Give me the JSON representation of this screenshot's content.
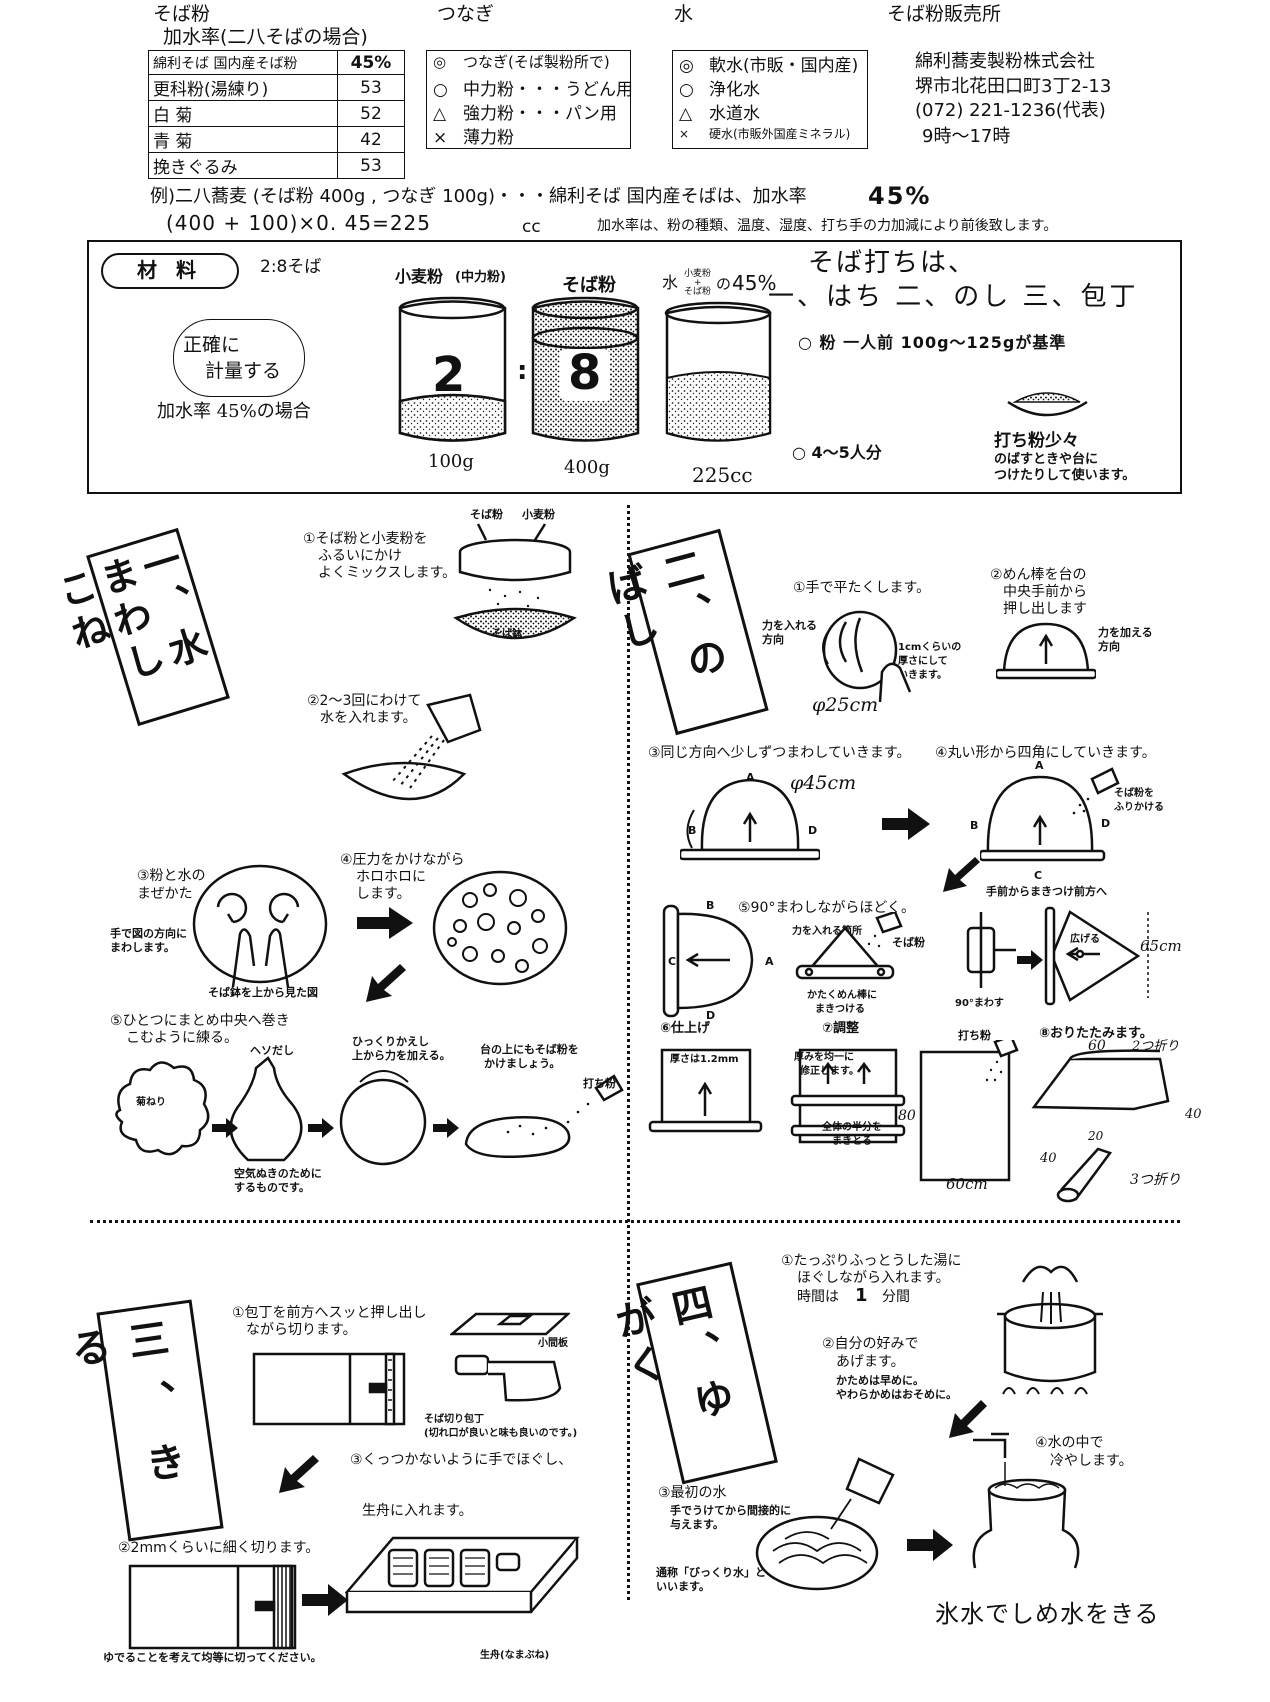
{
  "header": {
    "col_soba": "そば粉",
    "col_tsunagi": "つなぎ",
    "col_mizu": "水",
    "col_shop": "そば粉販売所",
    "ratio_title": "加水率(二八そばの場合)"
  },
  "ratio_table": [
    {
      "name": "綿利そば 国内産そば粉",
      "value": "45%"
    },
    {
      "name": "更科粉(湯練り)",
      "value": "53"
    },
    {
      "name": "白 菊",
      "value": "52"
    },
    {
      "name": "青 菊",
      "value": "42"
    },
    {
      "name": "挽きぐるみ",
      "value": "53"
    }
  ],
  "tsunagi": [
    {
      "sym": "◎",
      "text": "つなぎ(そば製粉所で)"
    },
    {
      "sym": "○",
      "text": "中力粉・・・うどん用"
    },
    {
      "sym": "△",
      "text": "強力粉・・・パン用"
    },
    {
      "sym": "×",
      "text": "薄力粉"
    }
  ],
  "mizu": [
    {
      "sym": "◎",
      "text": "軟水(市販・国内産)"
    },
    {
      "sym": "○",
      "text": "浄化水"
    },
    {
      "sym": "△",
      "text": "水道水"
    },
    {
      "sym": "×",
      "text": "硬水(市販外国産ミネラル)"
    }
  ],
  "shop": {
    "name": "綿利蕎麦製粉株式会社",
    "address": "堺市北花田口町3丁2-13",
    "phone": "(072) 221-1236(代表)",
    "hours": "9時～17時"
  },
  "example": {
    "line1": "例)二八蕎麦 (そば粉 400g , つなぎ 100g)・・・綿利そば 国内産そばは、加水率",
    "line1_value": "45%",
    "line2": "(400 + 100)×0. 45=225",
    "line2_unit": "cc",
    "note": "加水率は、粉の種類、温度、湿度、打ち手の力加減により前後致します。"
  },
  "ingredients": {
    "tag": "材 料",
    "ratio": "2:8そば",
    "handwritten1": "正確に",
    "handwritten2": "計量する",
    "handwritten3": "加水率 45%の場合",
    "flour_label": "小麦粉",
    "flour_sub": "(中力粉)",
    "soba_label": "そば粉",
    "water_label": "水",
    "water_fraction_top": "小麦粉",
    "water_fraction_plus": "+",
    "water_fraction_bottom": "そば粉",
    "water_of": "の",
    "water_pct": "45%",
    "num_2": "2",
    "num_colon": ":",
    "num_8": "8",
    "amount_flour": "100g",
    "amount_soba": "400g",
    "amount_water": "225cc",
    "steps_title": "そば打ちは、",
    "steps_line": "一、はち 二、のし 三、包丁",
    "portion": "○ 粉 一人前 100g～125gが基準",
    "servings": "○ 4～5人分",
    "dusting": "打ち粉少々",
    "dusting_note1": "のばすときや台に",
    "dusting_note2": "つけたりして使います。"
  },
  "sec1": {
    "banner": "一、水まわし こね",
    "s1_1": "①そば粉と小麦粉を",
    "s1_2": "ふるいにかけ",
    "s1_3": "よくミックスします。",
    "lbl_soba": "そば粉",
    "lbl_flour": "小麦粉",
    "lbl_bowl": "そば鉢",
    "s2_1": "②2～3回にわけて",
    "s2_2": "水を入れます。",
    "s3_1": "③粉と水の",
    "s3_2": "まぜかた",
    "s3_3": "手で図の方向に",
    "s3_4": "まわします。",
    "s3_5": "そば鉢を上から見た図",
    "s4_1": "④圧力をかけながら",
    "s4_2": "ホロホロに",
    "s4_3": "します。",
    "s5_1": "⑤ひとつにまとめ中央へ巻き",
    "s5_2": "こむように練る。",
    "kikuneri": "菊ねり",
    "hesodashi": "ヘソだし",
    "s5_3": "ひっくりかえし",
    "s5_4": "上から力を加える。",
    "s5_5": "台の上にもそば粉を",
    "s5_6": "かけましょう。",
    "uchiko": "打ち粉",
    "s5_7": "空気ぬきのために",
    "s5_8": "するものです。"
  },
  "sec2": {
    "banner": "二、のばし",
    "s1": "①手で平たくします。",
    "force_dir1": "力を入れる",
    "force_dir2": "方向",
    "thick1": "1cmくらいの",
    "thick2": "厚さにして",
    "thick3": "いきます。",
    "dia25": "φ25cm",
    "s2_1": "②めん棒を台の",
    "s2_2": "中央手前から",
    "s2_3": "押し出します",
    "force_add1": "力を加える",
    "force_add2": "方向",
    "s3": "③同じ方向へ少しずつまわしていきます。",
    "dia45": "φ45cm",
    "s4": "④丸い形から四角にしていきます。",
    "sprinkle1": "そば粉を",
    "sprinkle2": "ふりかける",
    "front": "手前からまきつけ前方へ",
    "s5": "⑤90°まわしながらほどく。",
    "force_place": "力を入れる箇所",
    "soba_ko": "そば粉",
    "wrap1": "かたくめん棒に",
    "wrap2": "まきつける",
    "turn90": "90°まわす",
    "spread": "広げる",
    "len65": "65cm",
    "s6": "⑥仕上げ",
    "thick_final": "厚さは1.2mm",
    "s7": "⑦調整",
    "adjust1": "厚みを均一に",
    "adjust2": "修正します。",
    "half1": "全体の半分を",
    "half2": "まきとる",
    "len80": "80",
    "len60": "60cm",
    "uchiko": "打ち粉",
    "s8": "⑧おりたたみます。",
    "f60": "60",
    "f2": "2つ折り",
    "f40": "40",
    "f20": "20",
    "f40b": "40",
    "f3": "3つ折り"
  },
  "sec3": {
    "banner": "三、きる",
    "s1_1": "①包丁を前方へスッと押し出し",
    "s1_2": "ながら切ります。",
    "komaita": "小間板",
    "knife1": "そば切り包丁",
    "knife2": "(切れ口が良いと味も良いのです。)",
    "s3_1": "③くっつかないように手でほぐし、",
    "s3_2": "生舟に入れます。",
    "s2": "②2mmくらいに細く切ります。",
    "note": "ゆでることを考えて均等に切ってください。",
    "namabune": "生舟(なまぶね)"
  },
  "sec4": {
    "banner": "四、ゆがく",
    "s1_1": "①たっぷりふっとうした湯に",
    "s1_2": "ほぐしながら入れます。",
    "s1_3": "時間は",
    "s1_time": "1",
    "s1_4": "分間",
    "s2_1": "②自分の好みで",
    "s2_2": "あげます。",
    "s2_3": "かためは早めに。",
    "s2_4": "やわらかめはおそめに。",
    "s3_1": "③最初の水",
    "s3_2": "手でうけてから間接的に",
    "s3_3": "与えます。",
    "s3_4": "通称「びっくり水」と",
    "s3_5": "いいます。",
    "s4_1": "④水の中で",
    "s4_2": "冷やします。",
    "footer": "氷水でしめ水をきる"
  }
}
